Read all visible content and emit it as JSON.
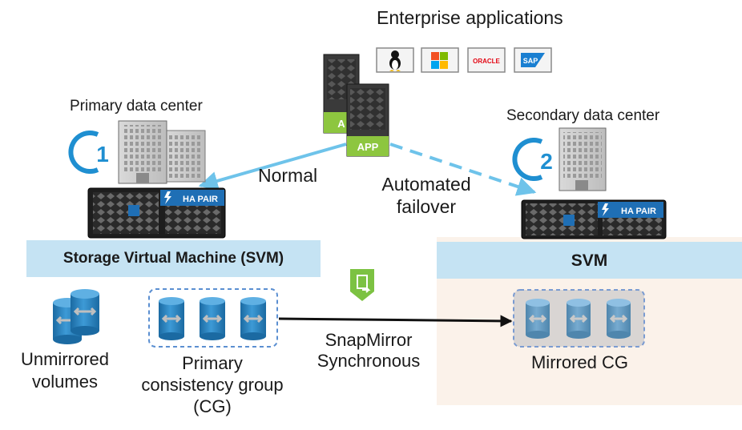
{
  "enterprise": {
    "title": "Enterprise applications",
    "logos": [
      {
        "icon": "linux-tux-icon"
      },
      {
        "icon": "windows-icon"
      },
      {
        "icon": "oracle-logo",
        "text": "ORACLE"
      },
      {
        "icon": "sap-logo",
        "text": "SAP"
      }
    ]
  },
  "servers": {
    "back_label": "A",
    "front_label": "APP"
  },
  "primary": {
    "title": "Primary data center",
    "number": "1",
    "ha_label": "HA PAIR",
    "svm_label": "Storage Virtual Machine (SVM)",
    "unmirrored_line1": "Unmirrored",
    "unmirrored_line2": "volumes",
    "cg_line1": "Primary",
    "cg_line2": "consistency group",
    "cg_line3": "(CG)"
  },
  "secondary": {
    "title": "Secondary data center",
    "number": "2",
    "ha_label": "HA PAIR",
    "svm_label": "SVM",
    "mirrored_label": "Mirrored CG"
  },
  "links": {
    "normal": "Normal",
    "failover_line1": "Automated",
    "failover_line2": "failover",
    "snapmirror_line1": "SnapMirror",
    "snapmirror_line2": "Synchronous"
  },
  "colors": {
    "arrow_blue": "#6ec3ea",
    "cylinder_blue": "#2c86c1",
    "app_green": "#8dc63f",
    "svm_band": "#c5e3f3",
    "secondary_bg": "#fbf2ea",
    "snapmirror_green": "#7cc242",
    "ha_blue": "#1f6fb5"
  }
}
